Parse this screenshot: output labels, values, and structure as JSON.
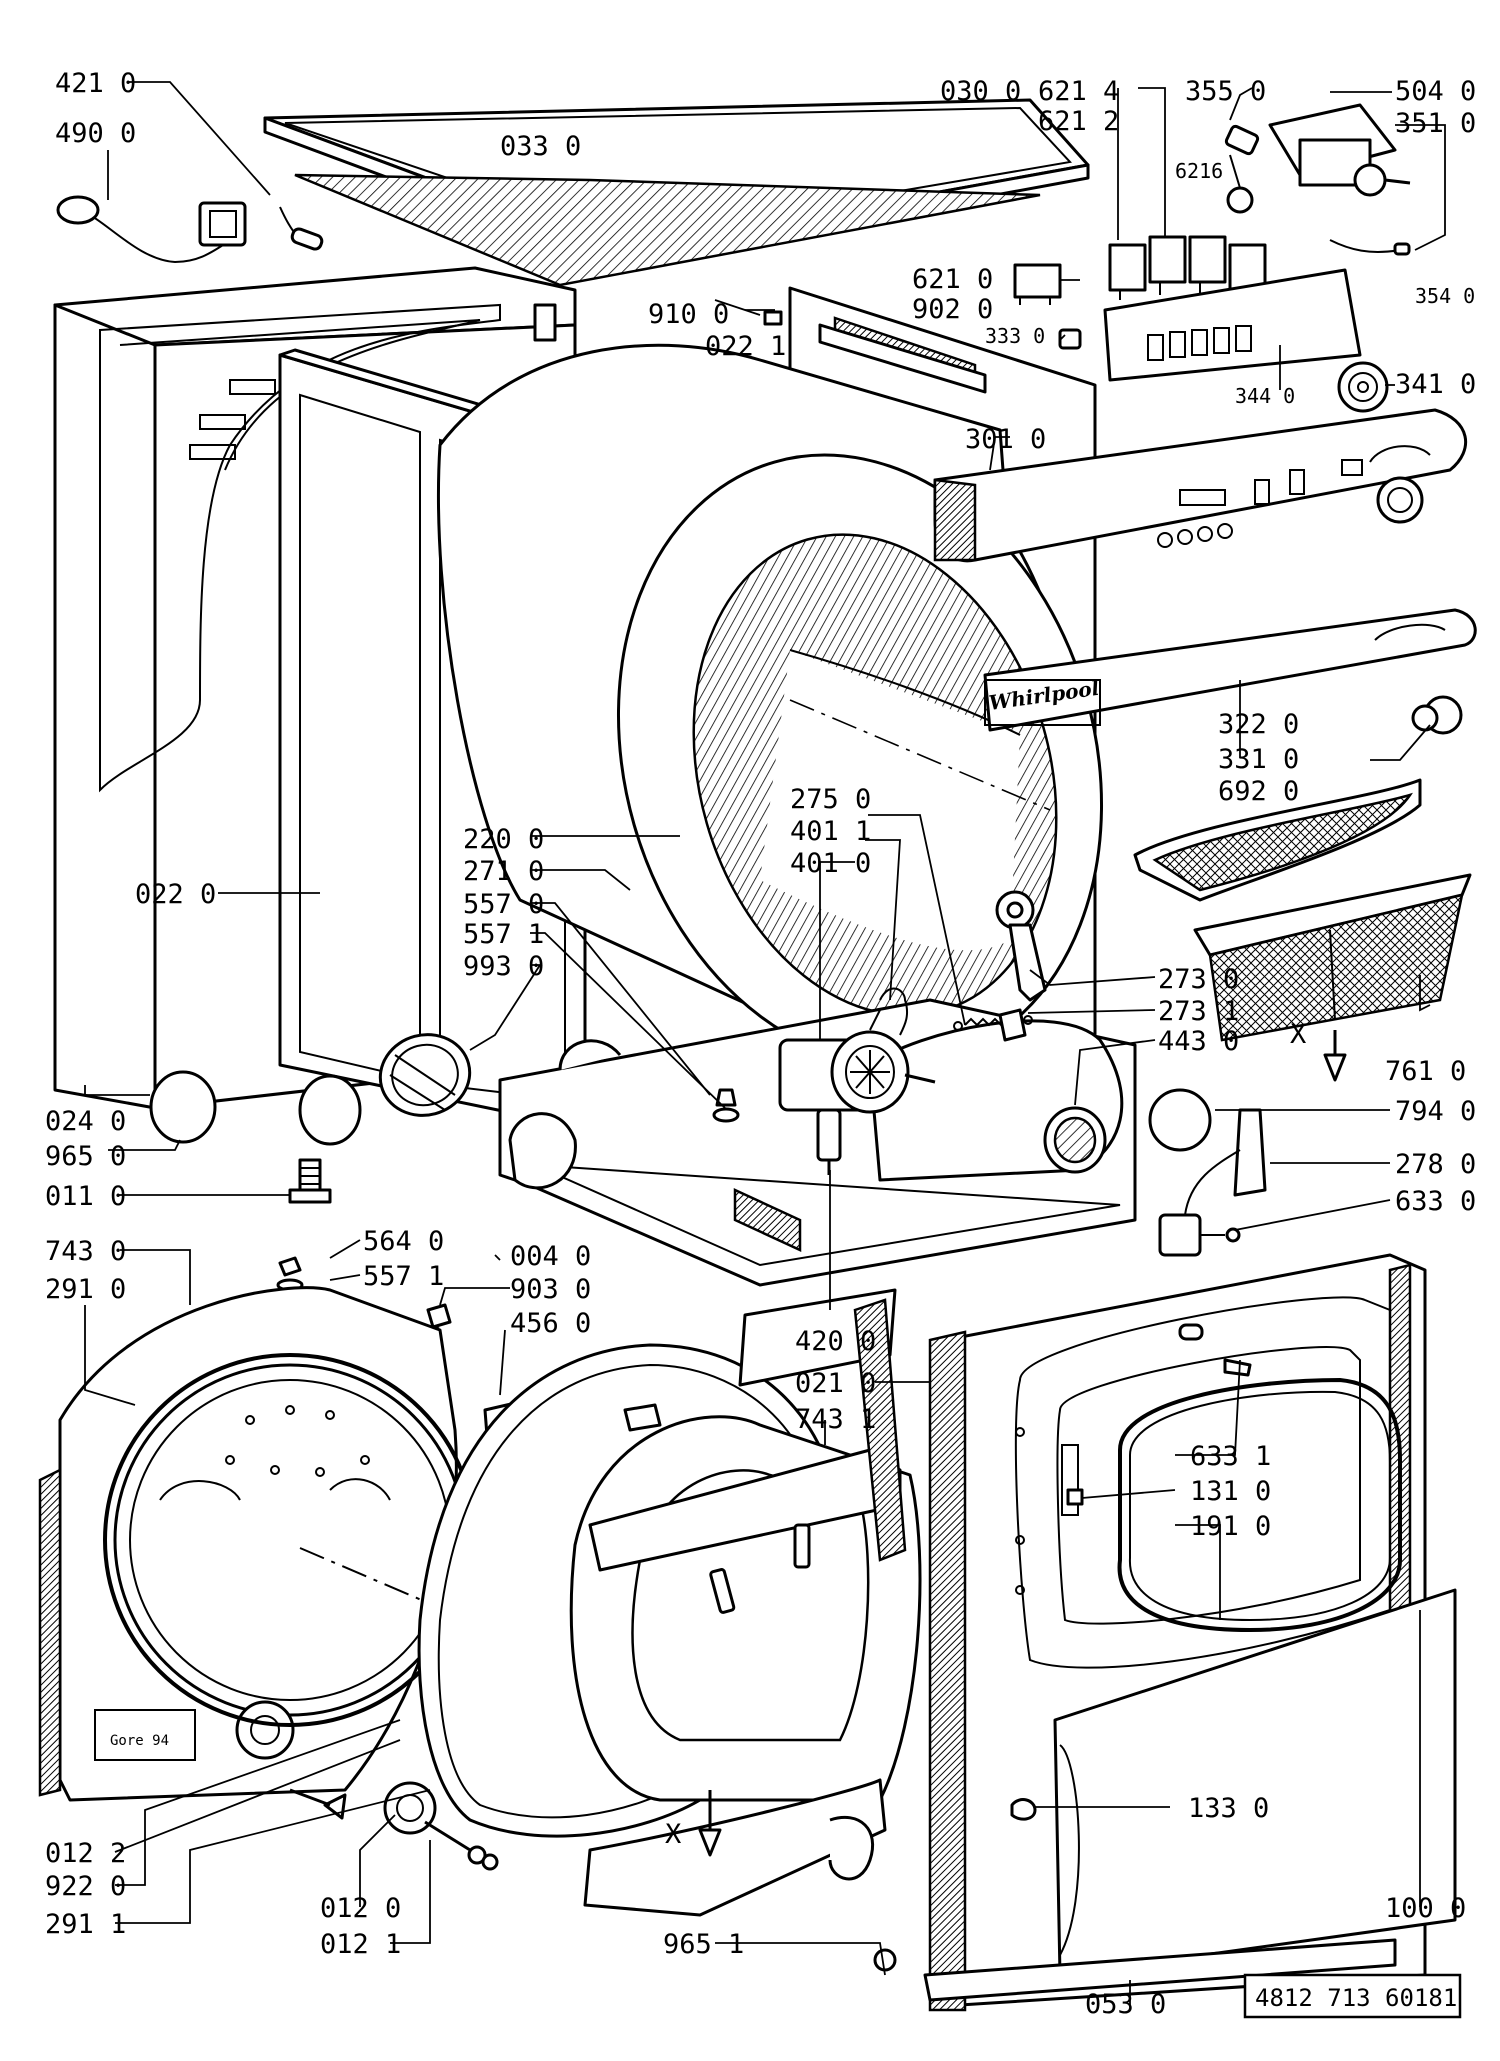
{
  "labels": {
    "p4210": "421 0",
    "p4900": "490 0",
    "p0330": "033 0",
    "p0300": "030 0",
    "p6214": "621 4",
    "p6212": "621 2",
    "p6216": "6216",
    "p3550": "355 0",
    "p5040": "504 0",
    "p3510": "351 0",
    "p3540": "354 0",
    "p6210": "621 0",
    "p9020": "902 0",
    "p9100": "910 0",
    "p0221": "022 1",
    "p3330": "333 0",
    "p3440": "344 0",
    "p3410": "341 0",
    "p3010": "301 0",
    "p3220": "322 0",
    "p3310": "331 0",
    "p6920": "692 0",
    "p2750": "275 0",
    "p4011": "401 1",
    "p4010": "401 0",
    "p2200": "220 0",
    "p2710": "271 0",
    "p5570": "557 0",
    "p5571a": "557 1",
    "p9930": "993 0",
    "p0220": "022 0",
    "p2730": "273 0",
    "p2731": "273 1",
    "p4430": "443 0",
    "p7610": "761 0",
    "p0240": "024 0",
    "p9650": "965 0",
    "p0110": "011 0",
    "p7940": "794 0",
    "p2780": "278 0",
    "p6330": "633 0",
    "p7430": "743 0",
    "p2910": "291 0",
    "p5640": "564 0",
    "p5571b": "557 1",
    "p0040": "004 0",
    "p9030": "903 0",
    "p4560": "456 0",
    "p4200": "420 0",
    "p0210": "021 0",
    "p7431": "743 1",
    "p6331": "633 1",
    "p1310": "131 0",
    "p1910": "191 0",
    "p1330": "133 0",
    "p0122": "012 2",
    "p9220": "922 0",
    "p2911": "291 1",
    "p0120": "012 0",
    "p0121": "012 1",
    "p9651": "965 1",
    "p0530": "053 0",
    "p1000": "100 0",
    "x1": "X",
    "x2": "X"
  },
  "document_code": "4812 713 60181"
}
